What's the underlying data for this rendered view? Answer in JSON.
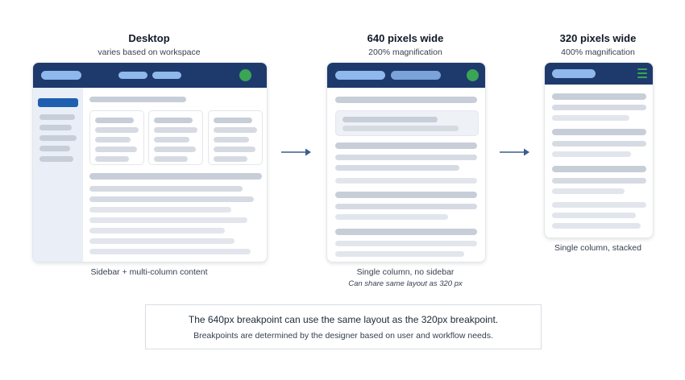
{
  "panels": {
    "desktop": {
      "title": "Desktop",
      "subtitle": "varies based on workspace",
      "caption": "Sidebar + multi-column content"
    },
    "w640": {
      "title": "640 pixels wide",
      "subtitle": "200% magnification",
      "caption": "Single column, no sidebar",
      "caption_note": "Can share same layout as 320 px"
    },
    "w320": {
      "title": "320 pixels wide",
      "subtitle": "400% magnification",
      "caption": "Single column, stacked"
    }
  },
  "note": {
    "line1": "The 640px breakpoint can use the same layout as the 320px breakpoint.",
    "line2": "Breakpoints are determined by the designer based on user and workflow needs."
  },
  "icons": {
    "arrow": "arrow-right-icon",
    "menu": "hamburger-menu-icon",
    "status": "status-dot-icon"
  },
  "colors": {
    "header": "#1e3a6d",
    "header_pill": "#8fb8ec",
    "status_dot": "#3aa555",
    "sidebar_active": "#1f5fb0",
    "sidebar_bg": "#e9eef7",
    "arrow": "#3b5e8c"
  }
}
